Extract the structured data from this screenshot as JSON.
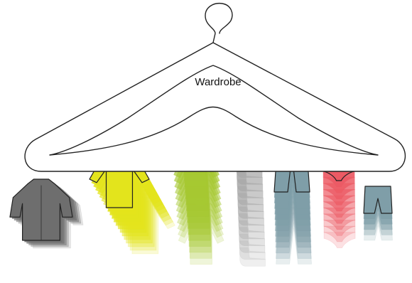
{
  "hanger": {
    "label": "Wardrobe"
  },
  "colors": {
    "stroke": "#222222",
    "hanger_fill": "#ffffff"
  },
  "items": [
    {
      "kind": "jacket",
      "name": "jacket-stack",
      "color": "#6e6e6e",
      "count": 6
    },
    {
      "kind": "dress",
      "name": "dress-stack",
      "color": "#e3e41c",
      "count": 14
    },
    {
      "kind": "robe",
      "name": "robe-stack",
      "color": "#a6c832",
      "count": 18
    },
    {
      "kind": "socks",
      "name": "socks-stack",
      "color": "#a8a8a8",
      "count": 20
    },
    {
      "kind": "trousers",
      "name": "trousers-stack",
      "color": "#7f9ea8",
      "count": 14
    },
    {
      "kind": "underwear",
      "name": "underwear-stack",
      "color": "#ec5a64",
      "count": 12
    },
    {
      "kind": "shorts",
      "name": "shorts-stack",
      "color": "#7f9ea8",
      "count": 6
    }
  ]
}
